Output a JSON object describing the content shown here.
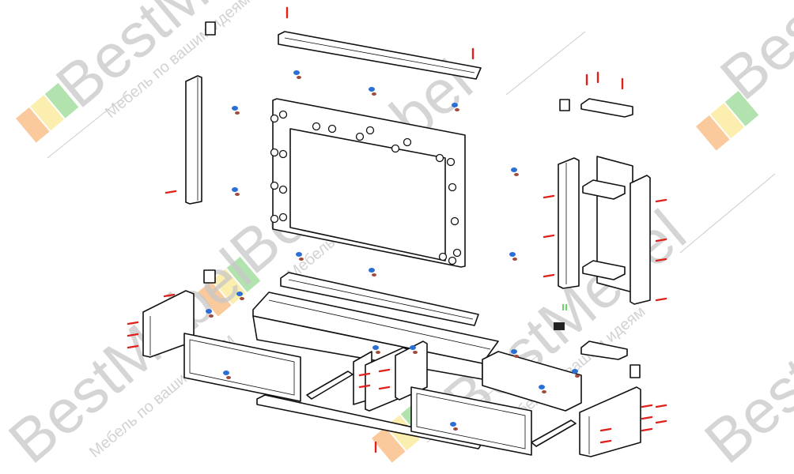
{
  "watermark": {
    "brand": "BestMebel",
    "slogan": "Мебель по вашим идеям",
    "colors": {
      "orange": "#f7a55a",
      "yellow": "#f8e27a",
      "green": "#7fd07a",
      "text": "#c8c8c8"
    }
  },
  "diagram": {
    "description_type": "exploded-assembly",
    "fastener_colors": {
      "screw": "#e0201c",
      "cam": "#2a6fd6",
      "dowel": "#a04a3a"
    }
  }
}
